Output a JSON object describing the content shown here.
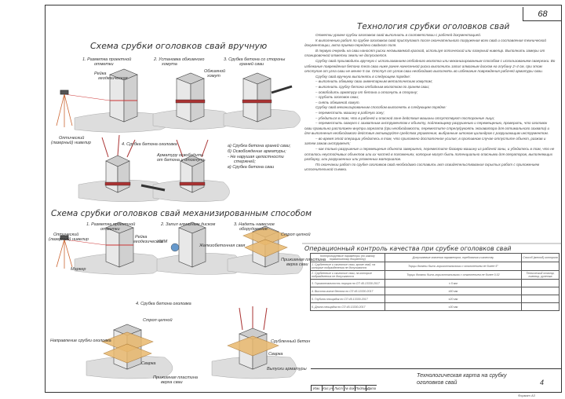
{
  "page_number": "68",
  "left": {
    "manual_title": "Схема срубки оголовков свай вручную",
    "manual_steps": {
      "s1": "1. Разметка проектной",
      "s1b": "отметки",
      "s2": "2. Установка обжимного",
      "s2b": "хомута",
      "s3": "3. Срубка бетона со стороны",
      "s3b": "граней сваи",
      "s4": "4. Срубка бетона оголовка"
    },
    "manual_labels": {
      "rail": "Рейка",
      "rail2": "геодезическая",
      "clamp": "Обжимной",
      "clamp2": "хомут",
      "level": "Оптический",
      "level2": "(лазерный) нивелир",
      "rebar_free": "Арматуру освободить",
      "rebar_free2": "от бетона и отогнуть",
      "note_a": "а) Срубка бетона граней сваи;",
      "note_b": "б) Освобождение арматуры;",
      "note_c": "- Не нарушая целостности",
      "note_c2": "стержней;",
      "note_d": "в) Срубка бетона сваи"
    },
    "mech_title": "Схема срубки оголовков свай механизированным способом",
    "mech_steps": {
      "s1": "1. Разметка проектной",
      "s1b": "отметки",
      "s2": "2. Запил алмазным диском",
      "s3": "3. Надеть навесное",
      "s3b": "оборудование",
      "s4": "4. Срубка бетона оголовка"
    },
    "mech_labels": {
      "level": "Оптический",
      "level2": "(лазерный) нивелир",
      "rail": "Рейка",
      "rail2": "геодезическая",
      "marker": "Маркер",
      "usm": "УШМ",
      "support": "Железобетонная свая",
      "arrow_strip": "Строп цепной",
      "wedge": "Прижимная пластина",
      "wedge2": "верха сваи",
      "dir": "Направление срубки оголовка",
      "strop": "Строп цепной",
      "svarka": "Сварка",
      "scrap": "Срубленный бетон",
      "svarka2": "Сварка",
      "rebar_out": "Выпуски арматуры",
      "press": "Прижимная пластина",
      "press2": "верха сваи"
    }
  },
  "right": {
    "title": "Технология срубки оголовков свай",
    "paragraphs": [
      "Отметки уровня срубки оголовков свай выполнить в соответствии с рабочей документацией.",
      "К выполнению работ по срубке оголовков свай приступают после окончательного погружения всех свай и составления технической документации, акта приема-передачи свайного поля.",
      "В первую очередь на сваи наносят риски несмываемой краской, используя оптический или лазерный нивелир. Выполнить замеры от планировочной отметки земли не допускается.",
      "Срубку свай производить вручную с использованием отбойного молотка или механизированным способом с использованием сваерезки. Во избежание повреждения бетона тела сваи ниже ранее нанесенной риски выполнить запил алмазным диском на глубину 2÷4 см, при этом отступая от угла сваи не менее 5 см. Отступ от углов сваи необходимо выполнять во избежание повреждения рабочей арматуры сваи.",
      "Срубку свай вручную выполнять в следующем порядке:",
      "– выполнить обжимку сваи инвентарным металлическим хомутом;",
      "– выполнить срубку бетона отбойным молотком по граням сваи;",
      "– освободить арматуру от бетона и отогнуть в сторону;",
      "– срубить оголовок сваи;",
      "– снять обжимной хомут.",
      "Срубку свай механизированным способом выполнять в следующем порядке:",
      "– переместить машину в рабочую зону;",
      "– убедиться в том, что в рабочей и опасной зоне действия машины отсутствуют посторонние лица;",
      "– переместить сваерез с захватным инструментом к объекту, подлежащему разрушению и перемещению, проверить, что оголовок сваи правильно расположен внутри агрегата (при необходимости, переместите стрелу/рукоять экскаватора для оптимального захвата) и для выполнения необходимого действия активируйте средства управления, выбранные штоком цилиндров с разрушающим инструментом.",
      "– во время этой операции убедитесь в том, что приложено достаточное усилие; в противном случае отпустите объект, разжав и затем зажав инструмент;",
      "– как только разрушение и перемещение объекта завершено, переместите базовую машину из рабочей зоны, и убедитесь в том, что не осталось неустойчивых объектов или их частей в положениях, которые могут быть потенциально опасными для операторов, выполняющих разборку, или разрушенных или уложенных материалов.",
      "По окончании работ по срубке оголовков свай необходимо составить акт освидетельствования скрытых работ с приложением исполнительной съемки."
    ]
  },
  "qc": {
    "title": "Операционный контроль качества при срубке оголовков свай",
    "headers": [
      "Контролируемые параметры (по какому нормативному документу)",
      "Допускаемые значения параметров, требования к качеству",
      "Способ (метод) контроля"
    ],
    "rows": [
      [
        "1. Срубленные и сколотые сваи, кроме свай, на которые подразделения не допускаются",
        "Торцы должны быть горизонтальными с отклонением не более 5°",
        ""
      ],
      [
        "2. Срубленные и сколотые сваи, на которые подразделения не допускаются",
        "Торцы должны быть горизонтальными с отклонением не более 0,02",
        "Технический осмотр, нивелир, рулетка"
      ],
      [
        "3. Горизонтальность торцов по СП 45.13330.2017",
        "± 5 мм",
        ""
      ],
      [
        "4. Высота голов бетона по СП 45.13330.2017",
        "±50 мм",
        ""
      ],
      [
        "5. Глубина площадок по СП 45.13330.2017",
        "±20 мм",
        ""
      ],
      [
        "6. Длина площадок по СП 45.13330.2017",
        "±30 мм",
        ""
      ]
    ]
  },
  "stamp": {
    "cells": [
      "Изм.",
      "Кол.уч",
      "Лист",
      "№ док",
      "Подпись",
      "Дата"
    ],
    "title": "Технологическая карта на срубку оголовков свай",
    "sheet": "4",
    "format": "Формат А3"
  }
}
